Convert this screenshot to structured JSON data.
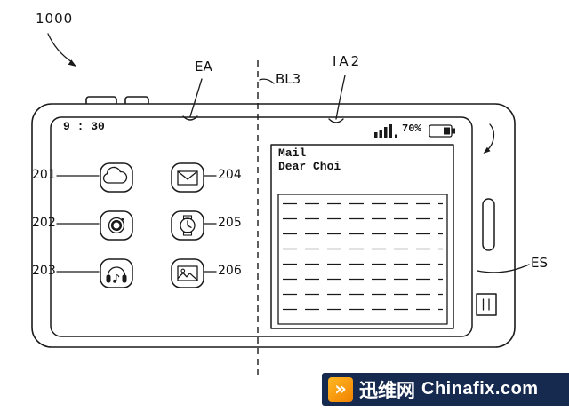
{
  "figure": {
    "device_ref": "1000",
    "region_labels": {
      "ea": "EA",
      "bl3": "BL3",
      "ia2": "IA2",
      "es": "ES"
    },
    "screen": {
      "clock": "9 : 30",
      "status": {
        "battery_percent": "70%",
        "signal_icon": "signal-bars-icon",
        "battery_icon": "battery-icon"
      },
      "mail_window": {
        "title": "Mail",
        "body_first_line": "Dear Choi"
      }
    },
    "app_icons": [
      {
        "ref": "201",
        "icon": "cloud-icon"
      },
      {
        "ref": "202",
        "icon": "camera-lens-icon"
      },
      {
        "ref": "203",
        "icon": "headphones-icon"
      },
      {
        "ref": "204",
        "icon": "envelope-icon"
      },
      {
        "ref": "205",
        "icon": "clock-icon"
      },
      {
        "ref": "206",
        "icon": "gallery-icon"
      }
    ],
    "side_controls": [
      "back-arrow-icon",
      "side-button",
      "pause-bars-icon"
    ]
  },
  "watermark": {
    "logo_glyph": "»",
    "logo_text": "迅维网",
    "site_text": "Chinafix.com",
    "colors": {
      "bar_bg": "#16294E",
      "accent": "#F18101",
      "text": "#FFFFFF"
    }
  }
}
